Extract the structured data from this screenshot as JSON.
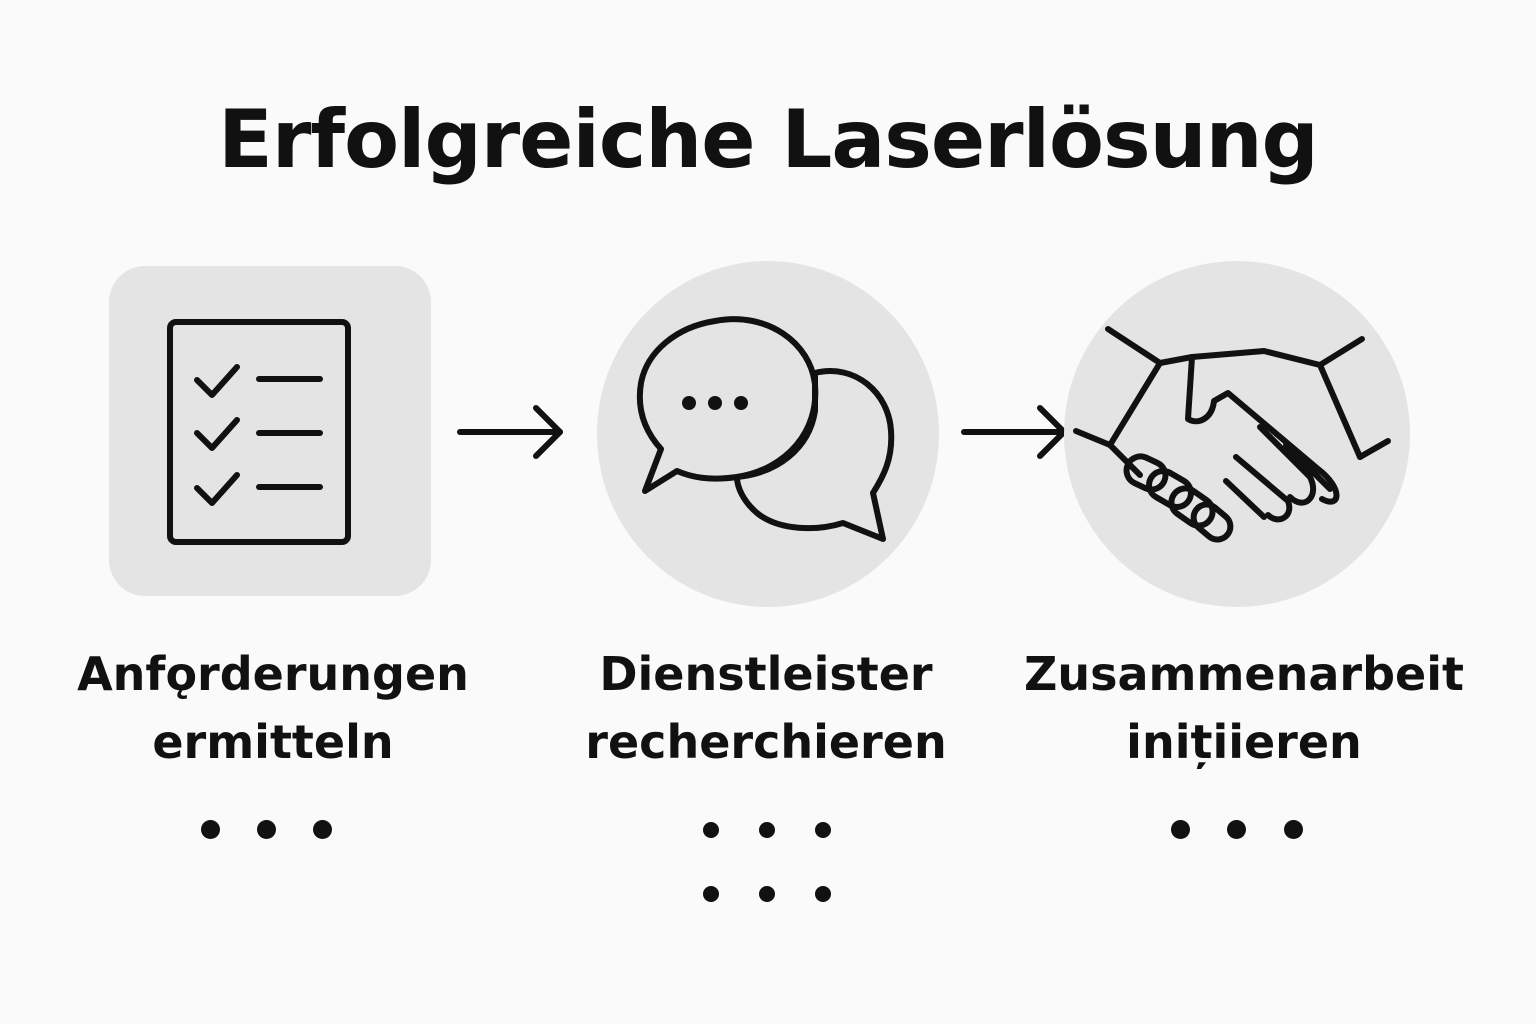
{
  "title": "Erfolgreiche Laserlösung",
  "steps": [
    {
      "icon": "checklist-icon",
      "line1": "Anfǫrderungen",
      "line2": "ermitteln"
    },
    {
      "icon": "chat-bubbles-icon",
      "line1": "Dienstleister",
      "line2": "recherchieren"
    },
    {
      "icon": "handshake-icon",
      "line1": "Zusammenarbeit",
      "line2": "inițiieren"
    }
  ],
  "arrows": [
    "arrow-right-icon",
    "arrow-right-icon"
  ],
  "colors": {
    "background": "#fafafa",
    "icon_background": "#e4e4e4",
    "ink": "#111111"
  }
}
